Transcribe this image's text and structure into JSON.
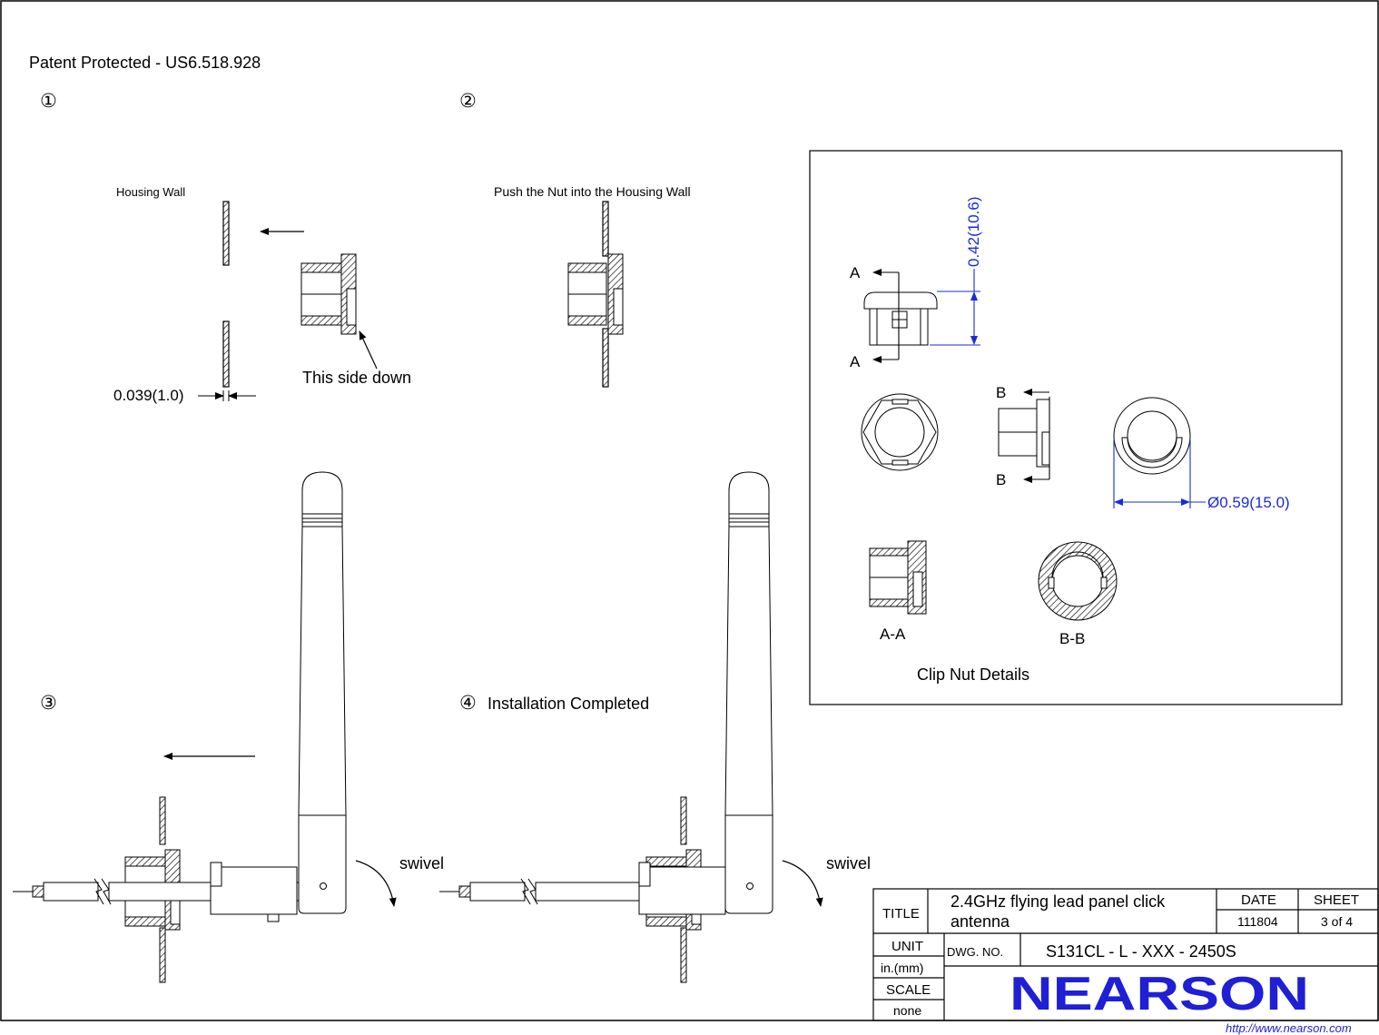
{
  "header": {
    "patent": "Patent Protected - US6.518.928"
  },
  "steps": {
    "step1": {
      "number": "①"
    },
    "step2": {
      "number": "②"
    },
    "step3": {
      "number": "③"
    },
    "step4": {
      "number": "④",
      "label": "Installation  Completed"
    }
  },
  "labels": {
    "housing_wall": "Housing  Wall",
    "push_nut": "Push  the  Nut  into  the  Housing  Wall",
    "this_side_down": "This  side  down",
    "wall_thickness": "0.039(1.0)",
    "swivel_1": "swivel",
    "swivel_2": "swivel"
  },
  "details": {
    "title": "Clip  Nut  Details",
    "dim_height": "0.42(10.6)",
    "dim_diameter": "Ø0.59(15.0)",
    "section_a_top": "A",
    "section_a_bottom": "A",
    "section_b_top": "B",
    "section_b_bottom": "B",
    "view_aa": "A-A",
    "view_bb": "B-B",
    "dim_color": "#1a2adc"
  },
  "title_block": {
    "title_label": "TITLE",
    "title_line1": "2.4GHz  flying  lead  panel click",
    "title_line2": "antenna",
    "date_label": "DATE",
    "date_value": "111804",
    "sheet_label": "SHEET",
    "sheet_value": "3 of 4",
    "unit_label": "UNIT",
    "unit_value": "in.(mm)",
    "dwg_label": "DWG. NO.",
    "dwg_value": "S131CL - L - XXX - 2450S",
    "scale_label": "SCALE",
    "scale_value": "none",
    "logo": "NEARSON",
    "logo_color": "#1f1fd6",
    "url": "http://www.nearson.com"
  }
}
